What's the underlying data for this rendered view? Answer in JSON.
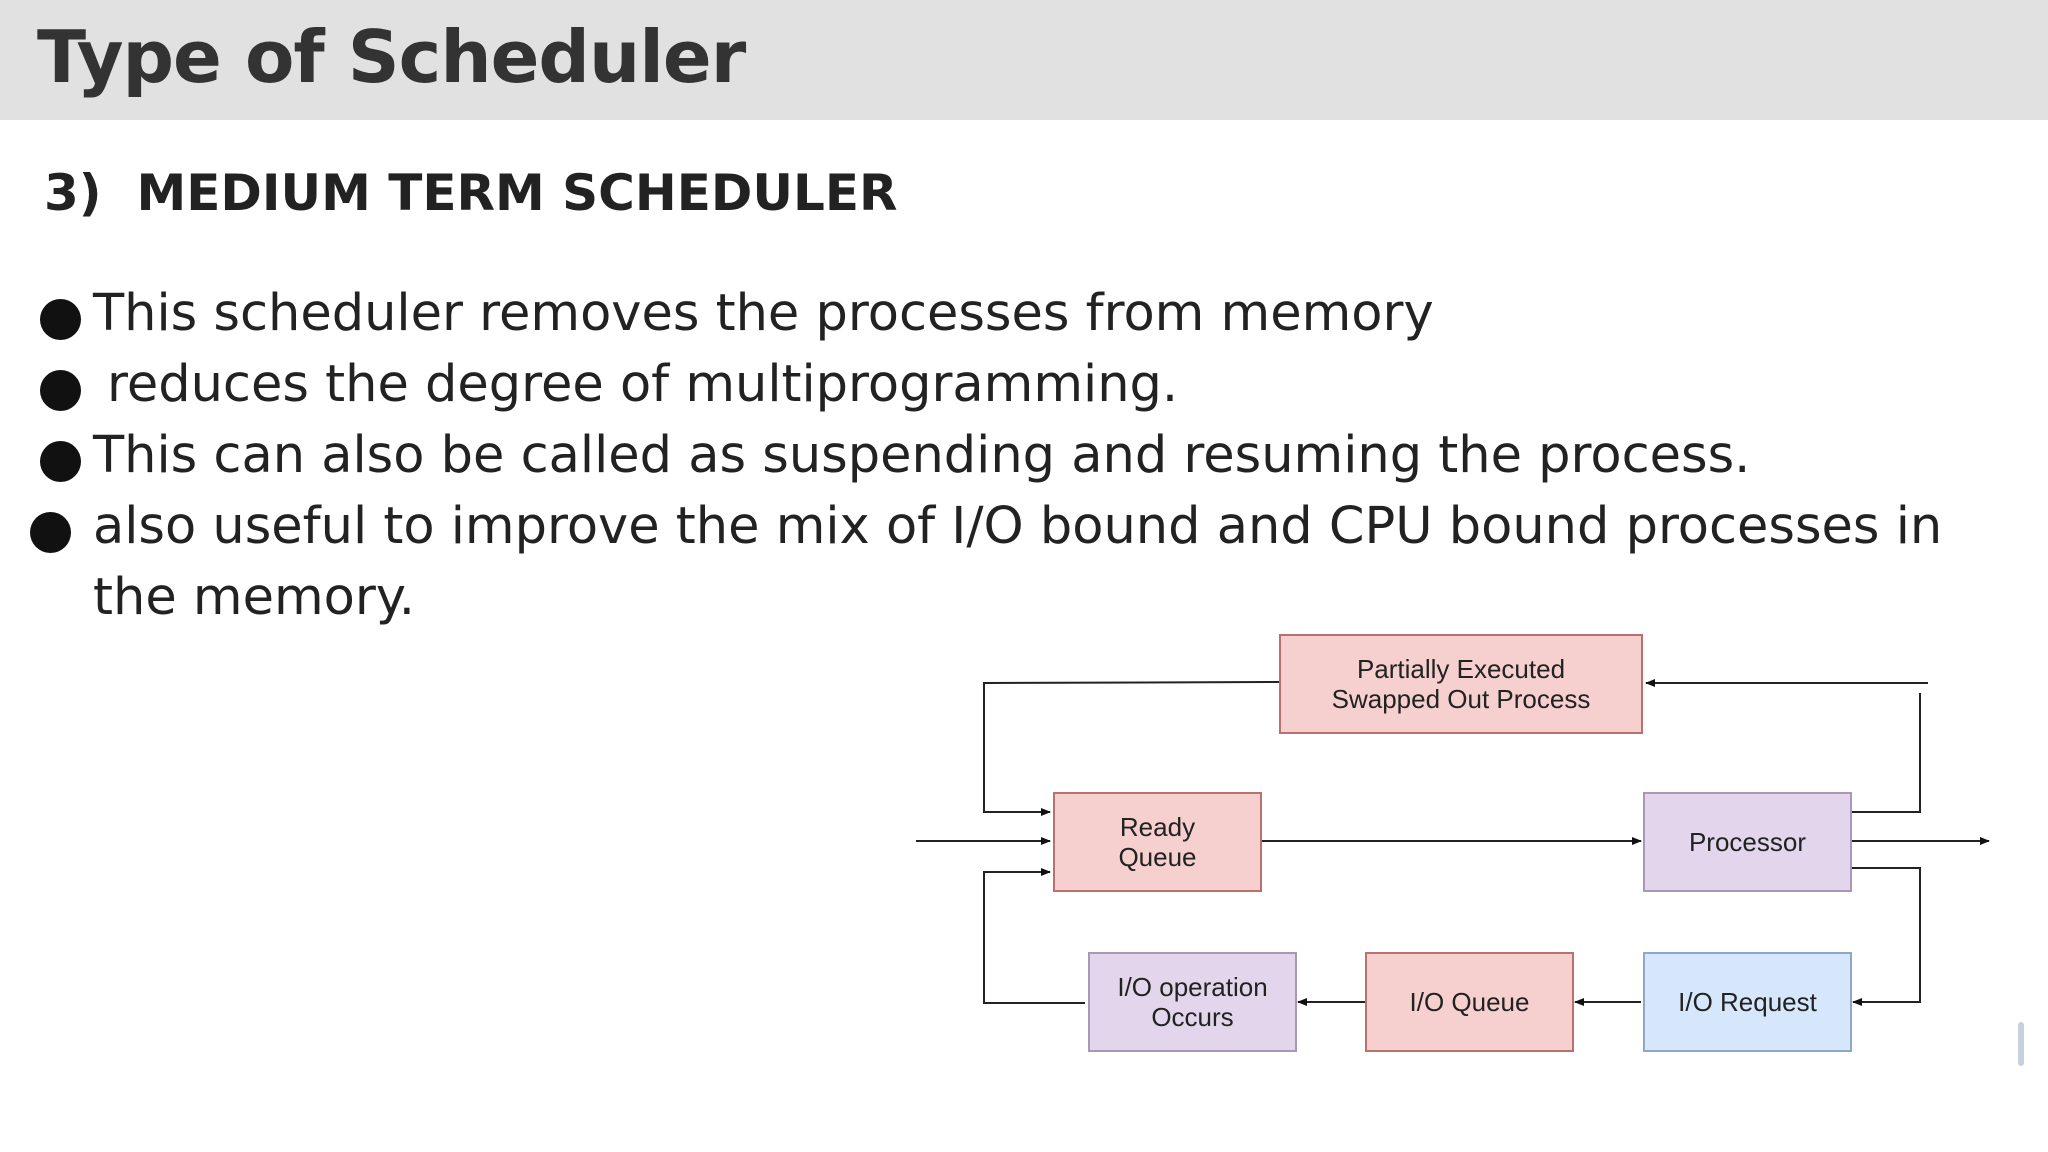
{
  "slide": {
    "title": "Type of Scheduler",
    "subheading": "3)  MEDIUM TERM SCHEDULER",
    "bullets": [
      "This scheduler removes the processes from memory",
      "reduces the degree of multiprogramming.",
      "This can also be called as suspending and resuming the process.",
      "also useful to improve the mix of I/O bound and CPU bound processes in the memory."
    ]
  },
  "diagram": {
    "boxes": {
      "partially_executed": "Partially Executed\nSwapped Out Process",
      "ready_queue": "Ready\nQueue",
      "processor": "Processor",
      "io_operation": "I/O operation\nOccurs",
      "io_queue": "I/O Queue",
      "io_request": "I/O Request"
    },
    "colors": {
      "pink_box": "#f6cfcf",
      "purple_box": "#e3d6ec",
      "blue_box": "#d6e6fb",
      "title_bar": "#e1e1e1"
    }
  }
}
